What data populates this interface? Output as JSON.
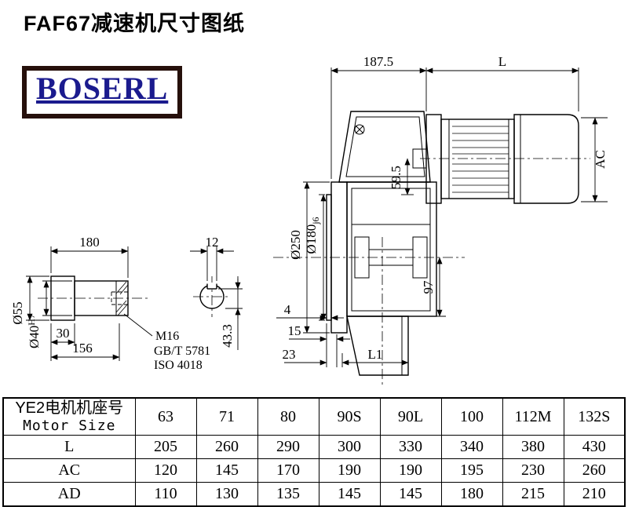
{
  "page": {
    "title": "FAF67减速机尺寸图纸"
  },
  "logo": {
    "text": "BOSERL",
    "text_color": "#1b1b8e",
    "border_color": "#26100b"
  },
  "drawing": {
    "dim_187_5": "187.5",
    "dim_L": "L",
    "dim_AC": "AC",
    "dim_d250": "Ø250",
    "dim_d180": "Ø180",
    "dim_d180_tol": "j6",
    "dim_59_5": "59.5",
    "dim_97": "97",
    "dim_4": "4",
    "dim_15": "15",
    "dim_23": "23",
    "dim_L1": "L1",
    "dim_180": "180",
    "dim_12": "12",
    "dim_d55": "Ø55",
    "dim_d40": "Ø40",
    "dim_d40_tol": "H7",
    "dim_30": "30",
    "dim_156": "156",
    "note_m16": "M16",
    "note_gbt": "GB/T 5781",
    "note_iso": "ISO 4018",
    "dim_43_3": "43.3"
  },
  "table": {
    "header_cn": "YE2电机机座号",
    "header_en": "Motor Size",
    "sizes": [
      "63",
      "71",
      "80",
      "90S",
      "90L",
      "100",
      "112M",
      "132S"
    ],
    "rows": [
      {
        "label": "L",
        "values": [
          "205",
          "260",
          "290",
          "300",
          "330",
          "340",
          "380",
          "430"
        ]
      },
      {
        "label": "AC",
        "values": [
          "120",
          "145",
          "170",
          "190",
          "190",
          "195",
          "230",
          "260"
        ]
      },
      {
        "label": "AD",
        "values": [
          "110",
          "130",
          "135",
          "145",
          "145",
          "180",
          "215",
          "210"
        ]
      }
    ]
  }
}
